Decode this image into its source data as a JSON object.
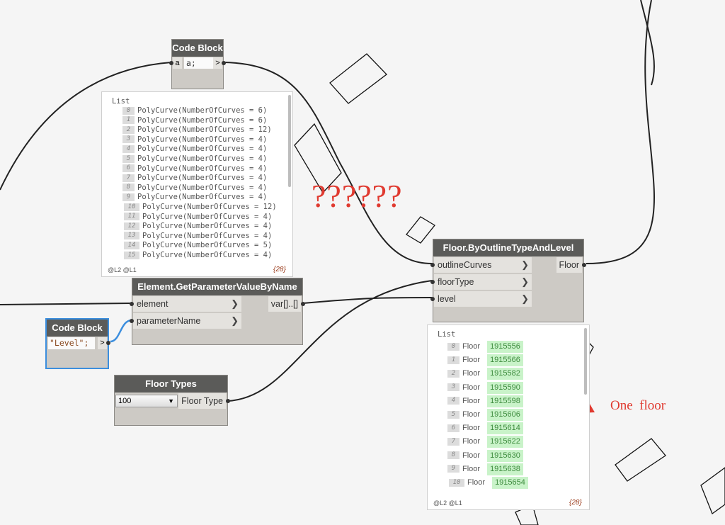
{
  "code_block_top": {
    "title": "Code Block",
    "input_port": "a",
    "code": "a;",
    "output_arrow": ">"
  },
  "code_block_level": {
    "title": "Code Block",
    "code": "\"Level\";",
    "output_arrow": ">"
  },
  "preview_curves": {
    "title": "List",
    "items": [
      {
        "index": "0",
        "value": "PolyCurve(NumberOfCurves = 6)"
      },
      {
        "index": "1",
        "value": "PolyCurve(NumberOfCurves = 6)"
      },
      {
        "index": "2",
        "value": "PolyCurve(NumberOfCurves = 12)"
      },
      {
        "index": "3",
        "value": "PolyCurve(NumberOfCurves = 4)"
      },
      {
        "index": "4",
        "value": "PolyCurve(NumberOfCurves = 4)"
      },
      {
        "index": "5",
        "value": "PolyCurve(NumberOfCurves = 4)"
      },
      {
        "index": "6",
        "value": "PolyCurve(NumberOfCurves = 4)"
      },
      {
        "index": "7",
        "value": "PolyCurve(NumberOfCurves = 4)"
      },
      {
        "index": "8",
        "value": "PolyCurve(NumberOfCurves = 4)"
      },
      {
        "index": "9",
        "value": "PolyCurve(NumberOfCurves = 4)"
      },
      {
        "index": "10",
        "value": "PolyCurve(NumberOfCurves = 12)"
      },
      {
        "index": "11",
        "value": "PolyCurve(NumberOfCurves = 4)"
      },
      {
        "index": "12",
        "value": "PolyCurve(NumberOfCurves = 4)"
      },
      {
        "index": "13",
        "value": "PolyCurve(NumberOfCurves = 4)"
      },
      {
        "index": "14",
        "value": "PolyCurve(NumberOfCurves = 5)"
      },
      {
        "index": "15",
        "value": "PolyCurve(NumberOfCurves = 4)"
      }
    ],
    "levels": "@L2 @L1",
    "count": "{28}"
  },
  "getparam_node": {
    "title": "Element.GetParameterValueByName",
    "inputs": [
      "element",
      "parameterName"
    ],
    "output": "var[]..[]"
  },
  "floor_types_node": {
    "title": "Floor Types",
    "selected": "100",
    "output": "Floor Type"
  },
  "floor_node": {
    "title": "Floor.ByOutlineTypeAndLevel",
    "inputs": [
      "outlineCurves",
      "floorType",
      "level"
    ],
    "output": "Floor"
  },
  "preview_floors": {
    "title": "List",
    "items": [
      {
        "index": "0",
        "label": "Floor",
        "id": "1915556"
      },
      {
        "index": "1",
        "label": "Floor",
        "id": "1915566"
      },
      {
        "index": "2",
        "label": "Floor",
        "id": "1915582"
      },
      {
        "index": "3",
        "label": "Floor",
        "id": "1915590"
      },
      {
        "index": "4",
        "label": "Floor",
        "id": "1915598"
      },
      {
        "index": "5",
        "label": "Floor",
        "id": "1915606"
      },
      {
        "index": "6",
        "label": "Floor",
        "id": "1915614"
      },
      {
        "index": "7",
        "label": "Floor",
        "id": "1915622"
      },
      {
        "index": "8",
        "label": "Floor",
        "id": "1915630"
      },
      {
        "index": "9",
        "label": "Floor",
        "id": "1915638"
      },
      {
        "index": "10",
        "label": "Floor",
        "id": "1915654"
      }
    ],
    "levels": "@L2 @L1",
    "count": "{28}"
  },
  "annotations": {
    "question": "??????",
    "one_floor": "One  floor"
  },
  "colors": {
    "header": "#5b5b59",
    "node_body": "#cdcac5",
    "selection": "#3b8ede",
    "annotation": "#e03a30",
    "id_badge": "#c9f3c9"
  }
}
